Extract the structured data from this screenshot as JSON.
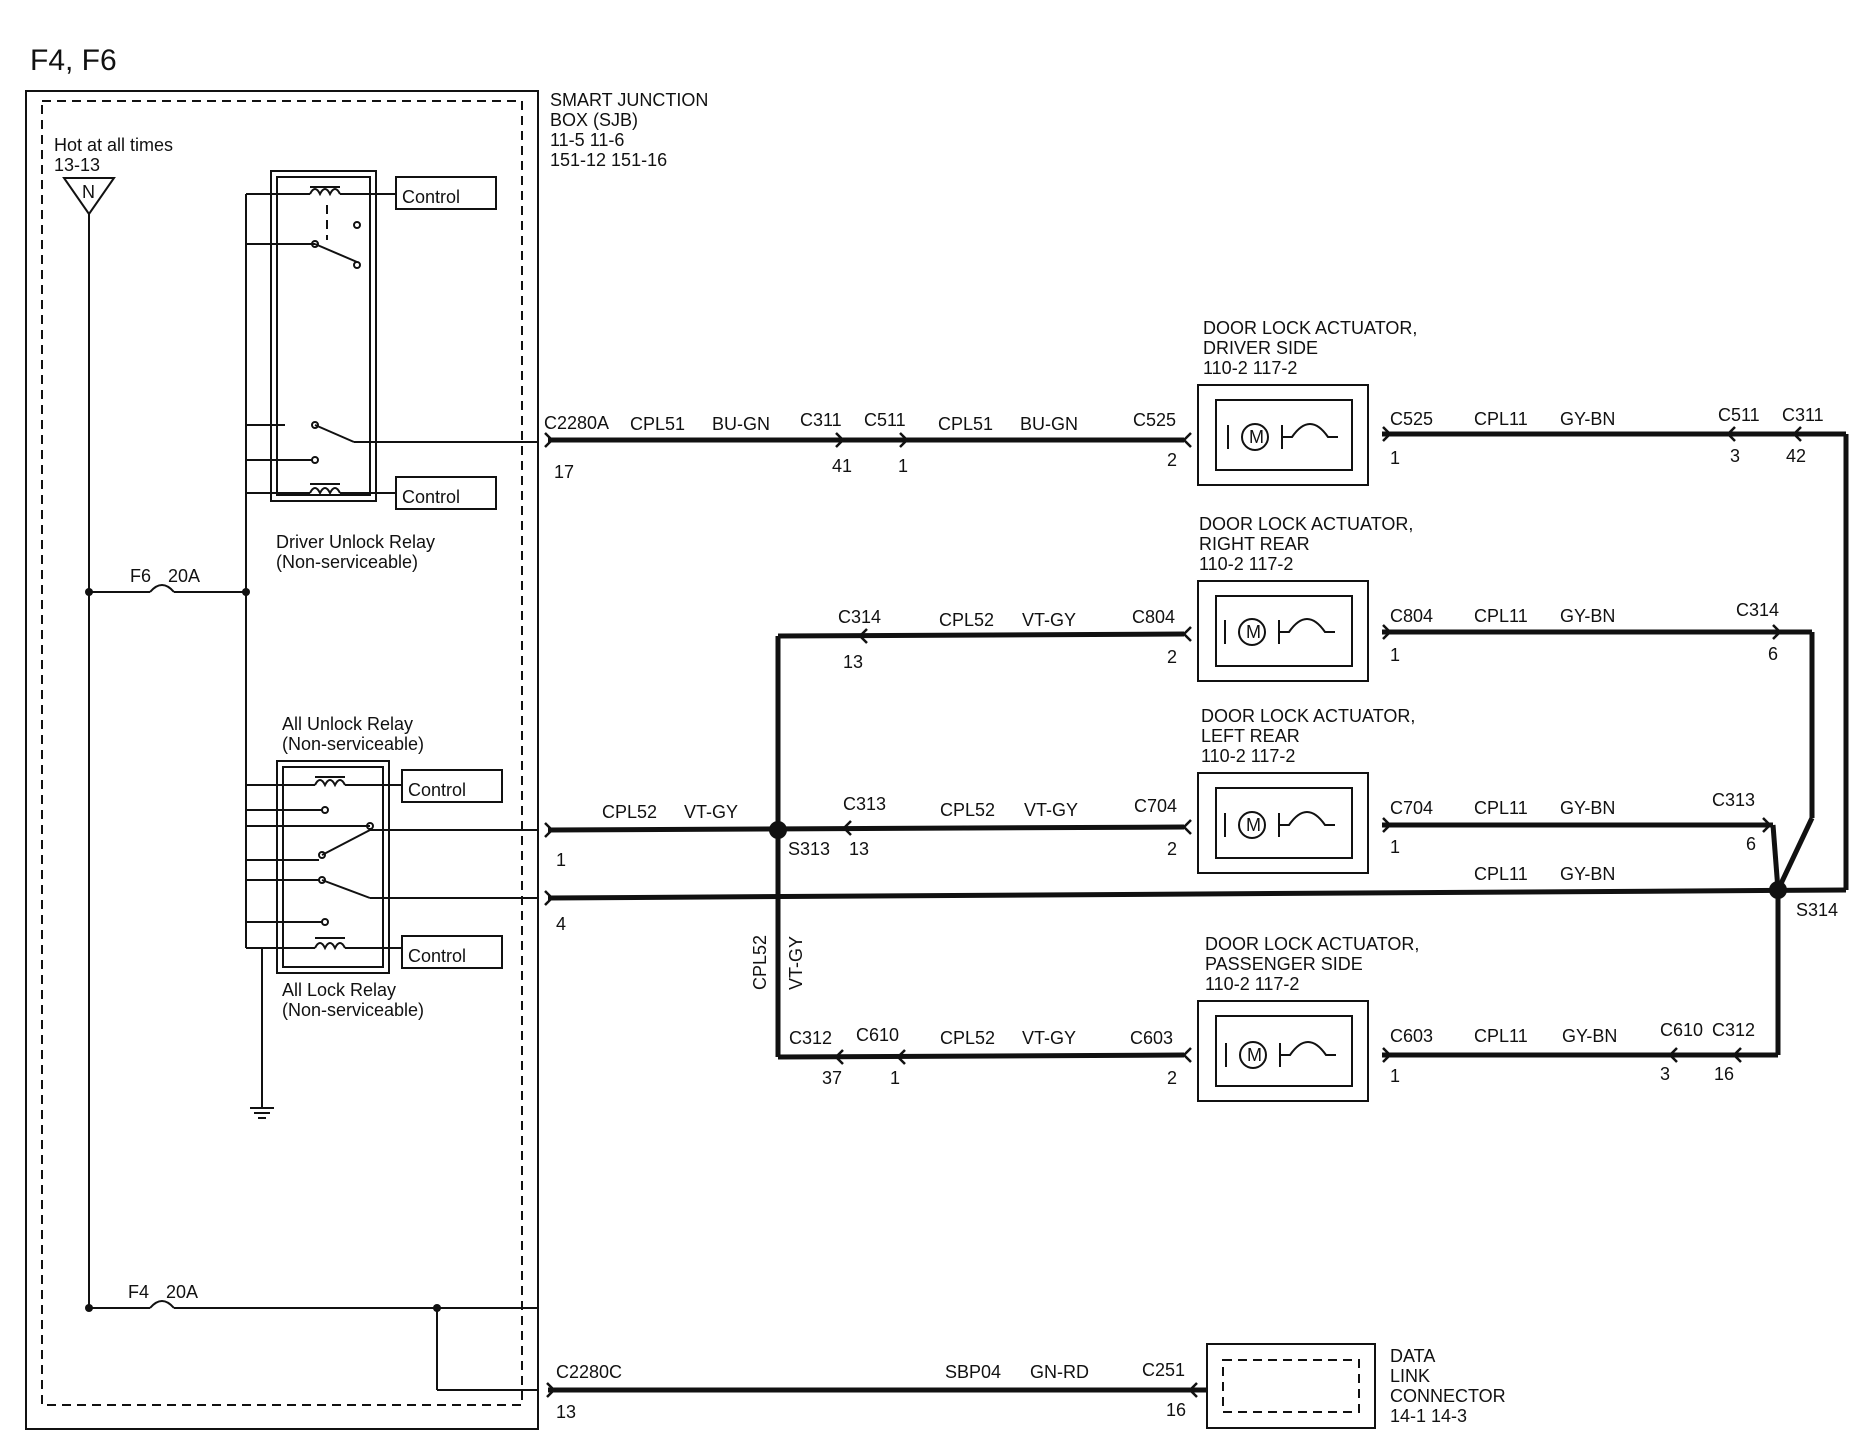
{
  "diagram": {
    "page_code": "F4, F6",
    "power_source": {
      "label": "Hot at all times",
      "ref": "13-13",
      "symbol_letter": "N"
    },
    "sjb": {
      "line1": "SMART  JUNCTION",
      "line2": "BOX (SJB)",
      "refs_a": "11-5     11-6",
      "refs_b": "151-12       151-16"
    },
    "relays": {
      "control_label": "Control",
      "driver_unlock": {
        "name": "Driver Unlock Relay",
        "note": "(Non-serviceable)"
      },
      "all_unlock": {
        "name": "All Unlock Relay",
        "note": "(Non-serviceable)"
      },
      "all_lock": {
        "name": "All Lock Relay",
        "note": "(Non-serviceable)"
      }
    },
    "fuses": {
      "f6": {
        "name": "F6",
        "rating": "20A"
      },
      "f4": {
        "name": "F4",
        "rating": "20A"
      }
    },
    "actuators": {
      "driver": {
        "line1": "DOOR LOCK    ACTUATOR,",
        "line2": "DRIVER SIDE",
        "refs": "110-2      117-2"
      },
      "right_rear": {
        "line1": "DOOR LOCK    ACTUATOR,",
        "line2": "RIGHT REAR",
        "refs": "110-2      117-2"
      },
      "left_rear": {
        "line1": "DOOR LOCK    ACTUATOR,",
        "line2": "LEFT REAR",
        "refs": "110-2      117-2"
      },
      "passenger": {
        "line1": "DOOR LOCK    ACTUATOR,",
        "line2": "PASSENGER SIDE",
        "refs": "110-2      117-2"
      },
      "motor_letter": "M"
    },
    "dlc": {
      "line1": "DATA",
      "line2": "LINK",
      "line3": "CONNECTOR",
      "refs": "14-1      14-3"
    },
    "circuits": {
      "cpl51": "CPL51",
      "bu_gn": "BU-GN",
      "cpl52": "CPL52",
      "vt_gy": "VT-GY",
      "cpl11": "CPL11",
      "gy_bn": "GY-BN",
      "sbp04": "SBP04",
      "gn_rd": "GN-RD"
    },
    "connectors": {
      "c2280a": "C2280A",
      "c2280c": "C2280C",
      "c311": "C311",
      "c511": "C511",
      "c525": "C525",
      "c314": "C314",
      "c804": "C804",
      "c313": "C313",
      "c704": "C704",
      "c312": "C312",
      "c610": "C610",
      "c603": "C603",
      "c251": "C251"
    },
    "splices": {
      "s313": "S313",
      "s314": "S314"
    },
    "pins": {
      "p17": "17",
      "p41": "41",
      "p1": "1",
      "p2": "2",
      "p3": "3",
      "p42": "42",
      "p13": "13",
      "p6": "6",
      "p4": "4",
      "p37": "37",
      "p16": "16"
    }
  }
}
